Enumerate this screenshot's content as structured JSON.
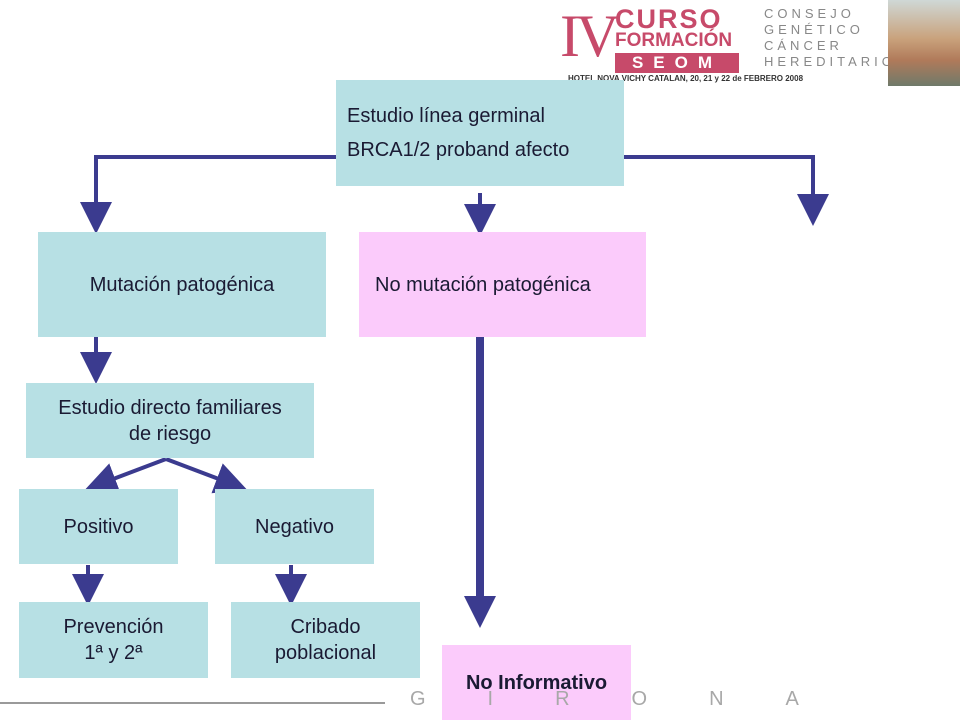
{
  "header": {
    "roman": "IV",
    "curso": "CURSO",
    "formacion": "FORMACIÓN",
    "seom": "SEOM",
    "council_lines": [
      "CONSEJO",
      "GENÉTICO",
      "CÁNCER",
      "HEREDITARIO"
    ],
    "venue": "HOTEL NOVA VICHY CATALAN, 20, 21 y 22 de FEBRERO 2008"
  },
  "watermark": "GIRONA",
  "nodes": {
    "germline_line1": "Estudio línea germinal",
    "germline_line2": "BRCA1/2 proband afecto",
    "pathogenic": "Mutación patogénica",
    "no_pathogenic": "No mutación patogénica",
    "family_line1": "Estudio directo familiares",
    "family_line2": "de riesgo",
    "positive": "Positivo",
    "negative": "Negativo",
    "prevention_line1": "Prevención",
    "prevention_line2": "1ª  y 2ª",
    "screening_line1": "Cribado",
    "screening_line2": "poblacional",
    "uninformative": "No Informativo"
  },
  "colors": {
    "teal_box": "#b7e0e4",
    "pink_box": "#fbcbfb",
    "arrow": "#3b3b8f",
    "logo_accent": "#c74a6a"
  }
}
